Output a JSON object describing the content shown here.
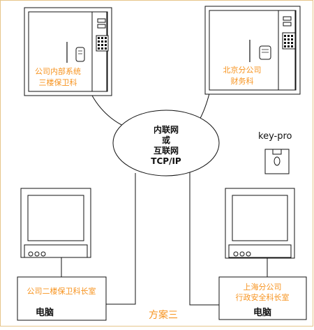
{
  "nodes": {
    "top_left": {
      "line1": "公司内部系统",
      "line2": "三楼保卫科"
    },
    "top_right": {
      "line1": "北京分公司",
      "line2": "财务科"
    },
    "network": {
      "line1": "内联网",
      "line2": "或",
      "line3": "互联网",
      "line4": "TCP/IP"
    },
    "key_device": {
      "label": "key-pro"
    },
    "bottom_left": {
      "title": "公司二楼保卫科长室",
      "device": "电脑"
    },
    "bottom_right": {
      "line1": "上海分公司",
      "line2": "行政安全科长室",
      "device": "电脑"
    }
  },
  "caption": "方案三",
  "colors": {
    "accent": "#f7931e",
    "line": "#111111",
    "frame": "#e6c58a"
  }
}
